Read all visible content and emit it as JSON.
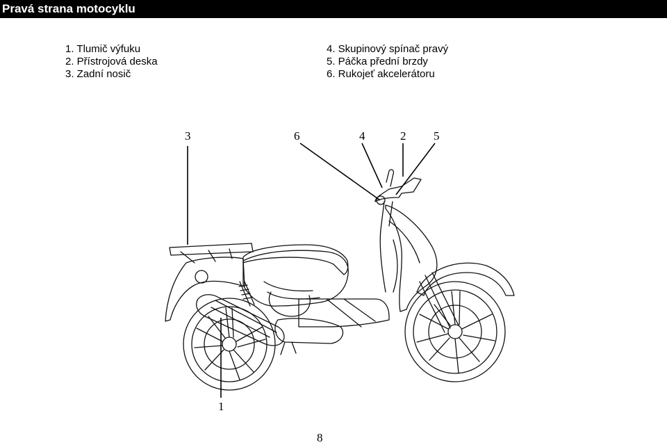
{
  "header": {
    "title": "Pravá strana motocyklu"
  },
  "legend": {
    "left": [
      "1. Tlumič výfuku",
      "2. Přístrojová deska",
      "3. Zadní nosič"
    ],
    "right": [
      "4. Skupinový spínač pravý",
      "5. Páčka přední brzdy",
      "6. Rukojeť akcelerátoru"
    ]
  },
  "callouts": {
    "c3": "3",
    "c6": "6",
    "c4": "4",
    "c2": "2",
    "c5": "5",
    "c1": "1"
  },
  "page": {
    "number": "8"
  }
}
